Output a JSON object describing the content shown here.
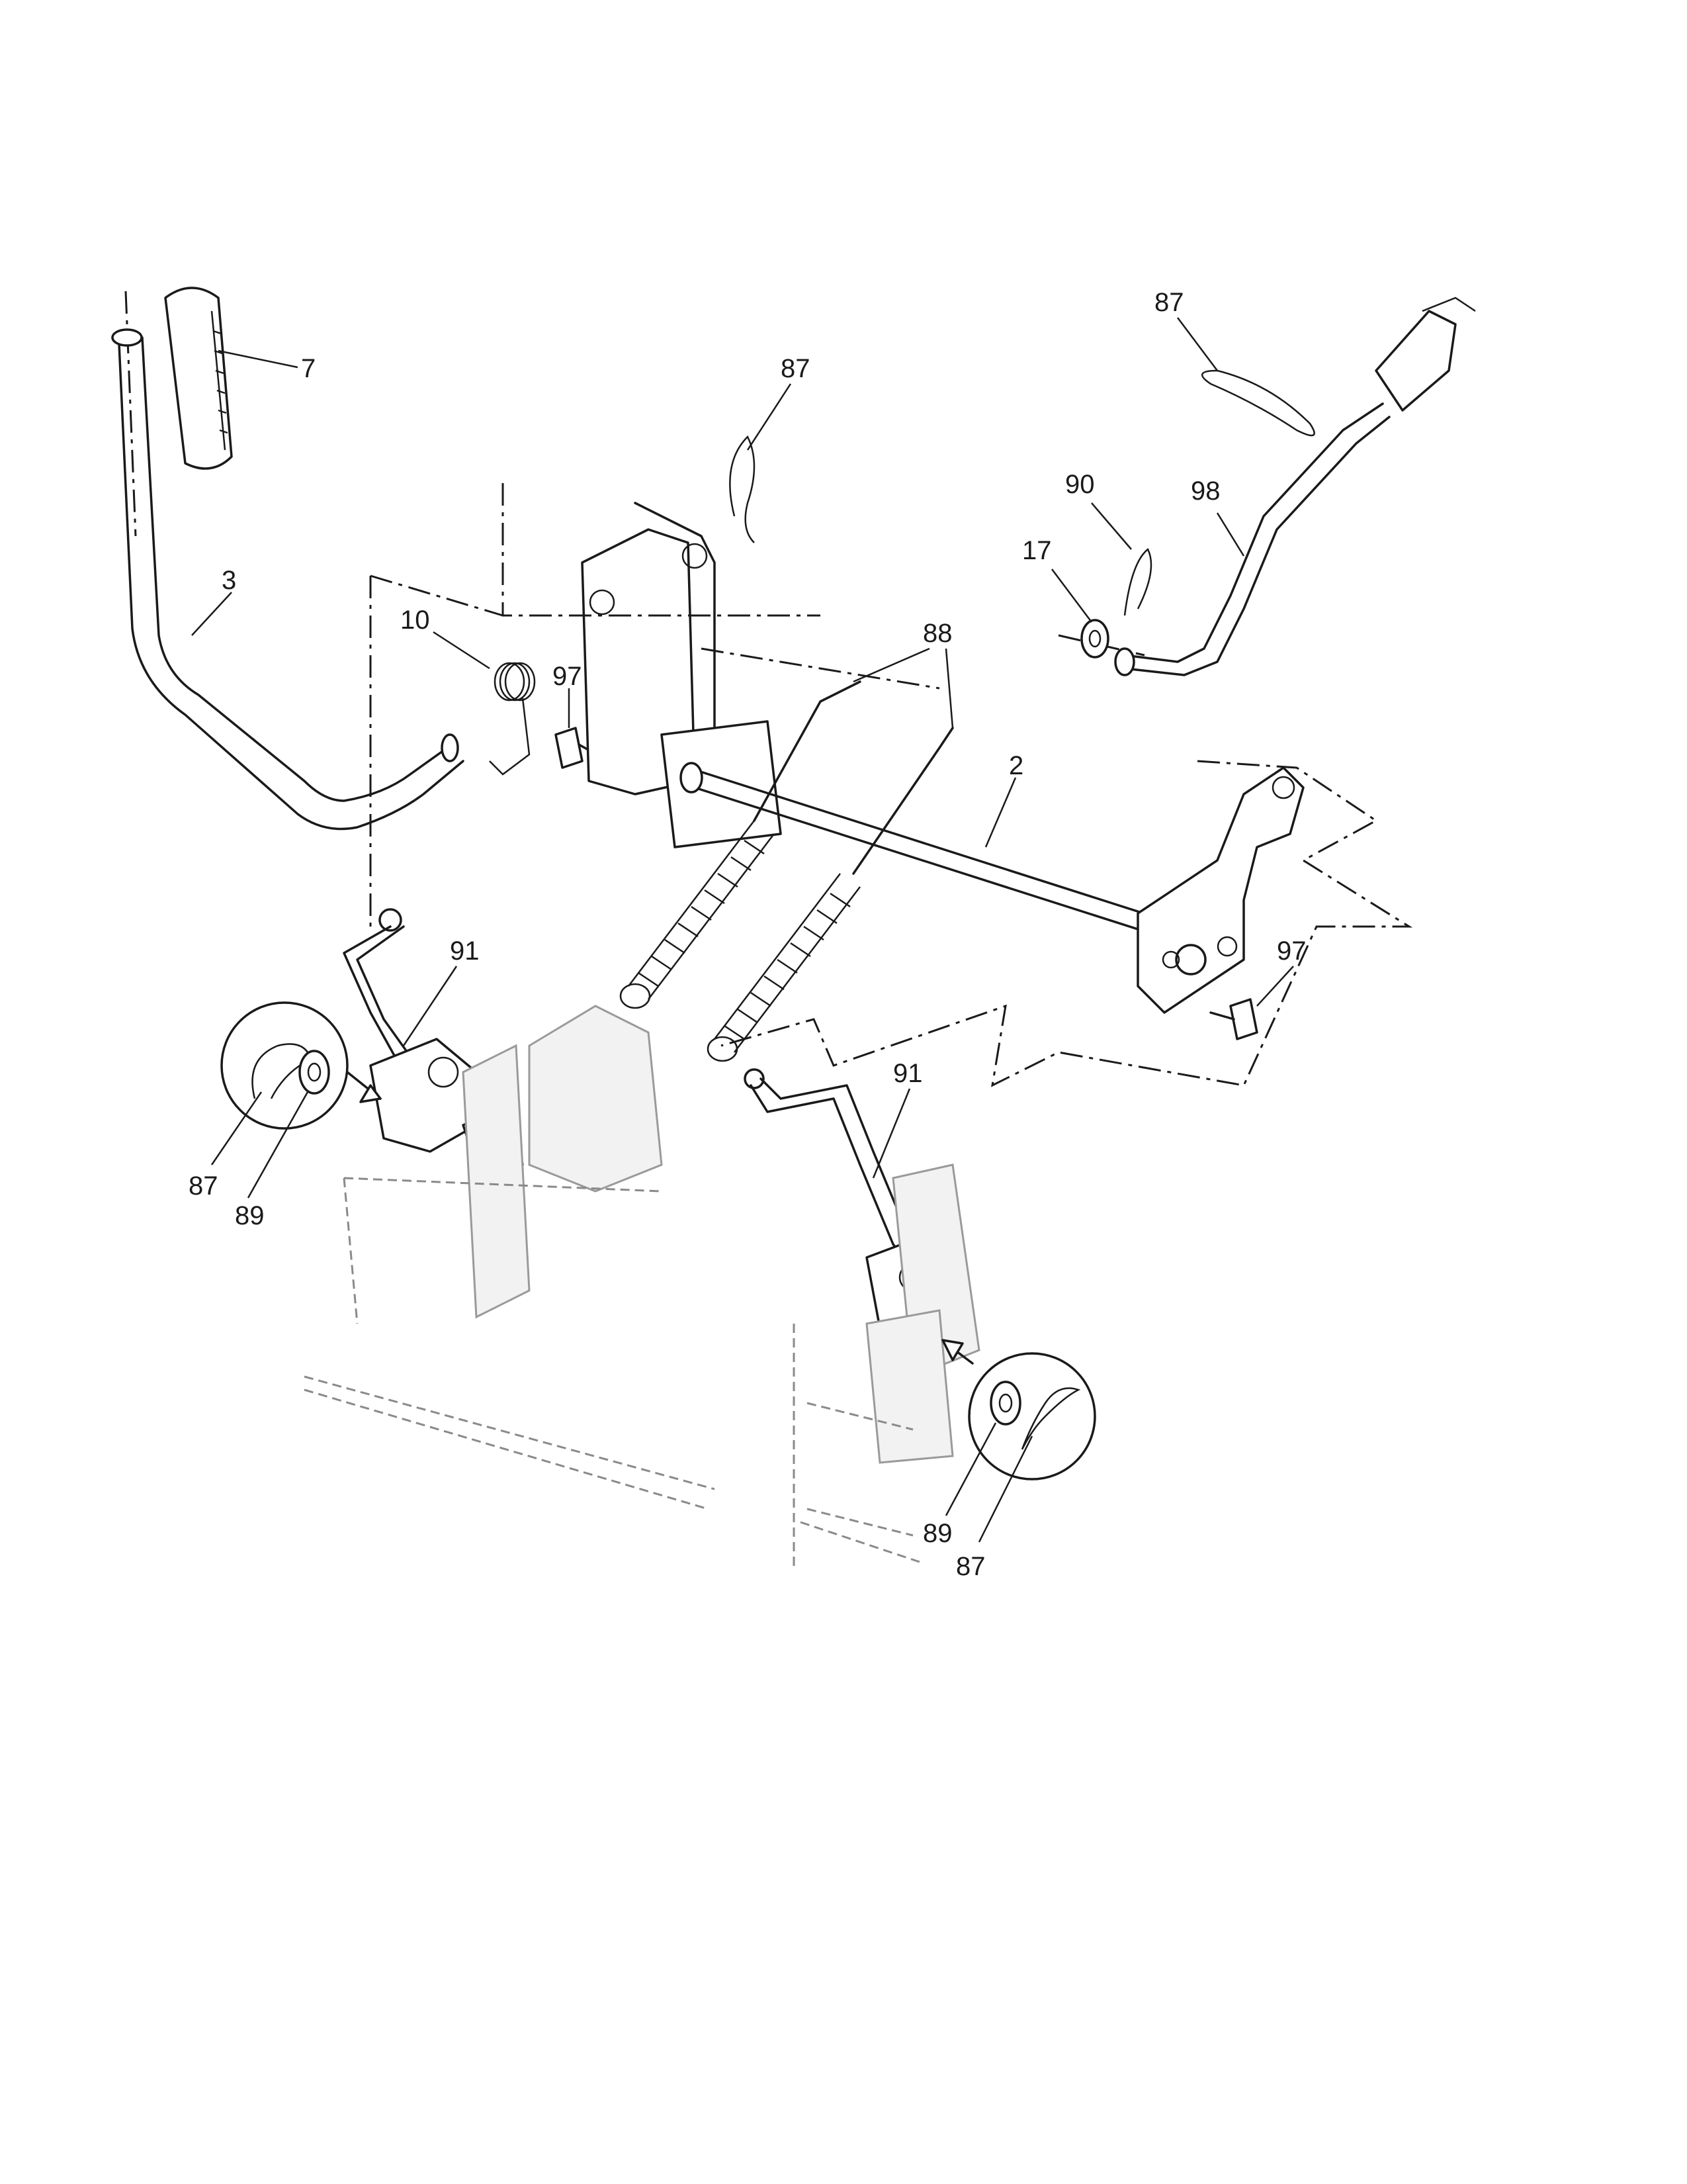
{
  "diagram": {
    "callouts": [
      {
        "id": "c7",
        "text": "7"
      },
      {
        "id": "c3",
        "text": "3"
      },
      {
        "id": "c10",
        "text": "10"
      },
      {
        "id": "c97a",
        "text": "97"
      },
      {
        "id": "c87a",
        "text": "87"
      },
      {
        "id": "c88",
        "text": "88"
      },
      {
        "id": "c2",
        "text": "2"
      },
      {
        "id": "c97b",
        "text": "97"
      },
      {
        "id": "c87b",
        "text": "87"
      },
      {
        "id": "c90",
        "text": "90"
      },
      {
        "id": "c98",
        "text": "98"
      },
      {
        "id": "c17",
        "text": "17"
      },
      {
        "id": "c91a",
        "text": "91"
      },
      {
        "id": "c87c",
        "text": "87"
      },
      {
        "id": "c89a",
        "text": "89"
      },
      {
        "id": "c91b",
        "text": "91"
      },
      {
        "id": "c89b",
        "text": "89"
      },
      {
        "id": "c87d",
        "text": "87"
      }
    ]
  }
}
